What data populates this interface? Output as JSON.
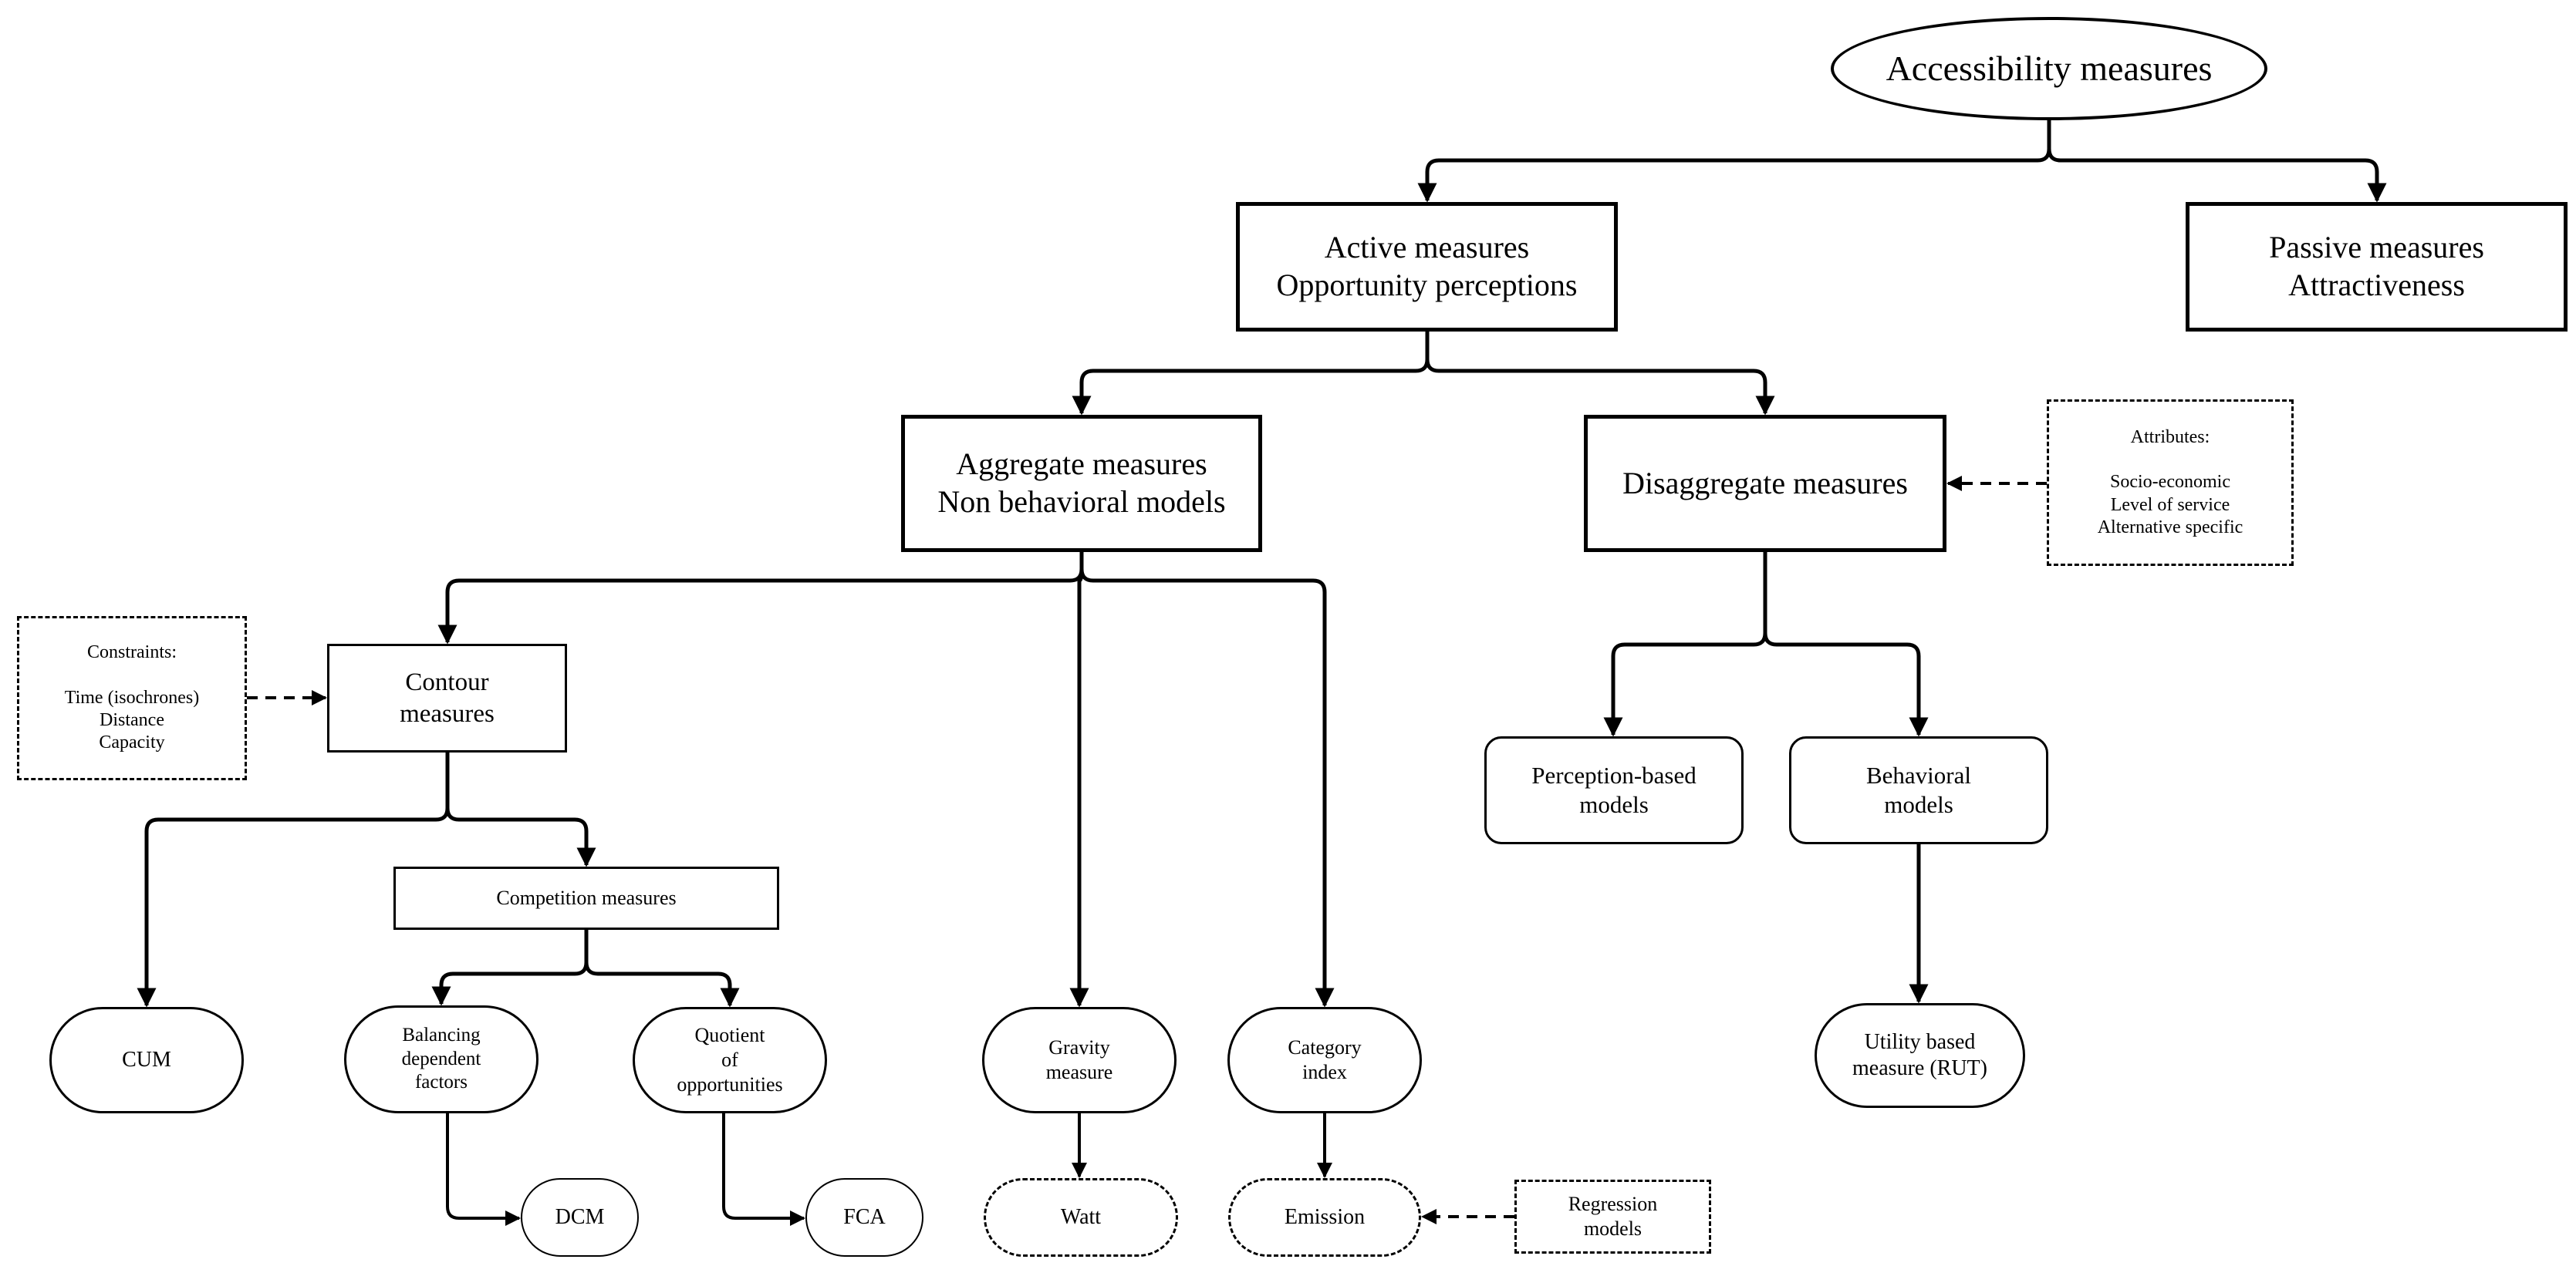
{
  "diagram": {
    "nodes": {
      "root": "Accessibility  measures",
      "active": "Active measures\nOpportunity perceptions",
      "passive": "Passive measures\nAttractiveness",
      "aggregate": "Aggregate  measures\nNon behavioral models",
      "disaggregate": "Disaggregate  measures",
      "attributes": "Attributes:\n\nSocio-economic\nLevel of service\nAlternative  specific",
      "constraints": "Constraints:\n\nTime  (isochrones)\nDistance\nCapacity",
      "contour": "Contour\nmeasures",
      "competition": "Competition measures",
      "perception": "Perception-based\nmodels",
      "behavioral": "Behavioral\nmodels",
      "cum": "CUM",
      "balancing": "Balancing\ndependent\nfactors",
      "quotient": "Quotient\nof\nopportunities",
      "gravity": "Gravity\nmeasure",
      "category": "Category\nindex",
      "utility": "Utility based\nmeasure (RUT)",
      "dcm": "DCM",
      "fca": "FCA",
      "watt": "Watt",
      "emission": "Emission",
      "regression": "Regression\nmodels"
    }
  }
}
